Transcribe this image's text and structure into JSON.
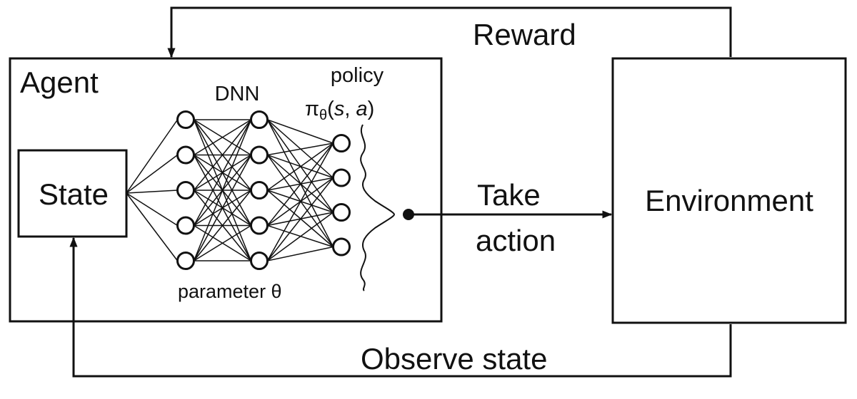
{
  "labels": {
    "reward": "Reward",
    "agent": "Agent",
    "dnn": "DNN",
    "policy_line1": "policy",
    "policy_pi": "π",
    "policy_sub": "θ",
    "policy_open": "(",
    "policy_s": "s",
    "policy_comma": ", ",
    "policy_a": "a",
    "policy_close": ")",
    "state": "State",
    "take": "Take",
    "action": "action",
    "environment": "Environment",
    "parameter": "parameter θ",
    "observe_state": "Observe state"
  },
  "network": {
    "layer_sizes": [
      5,
      5,
      4
    ]
  },
  "colors": {
    "stroke": "#111111",
    "background": "#ffffff"
  }
}
